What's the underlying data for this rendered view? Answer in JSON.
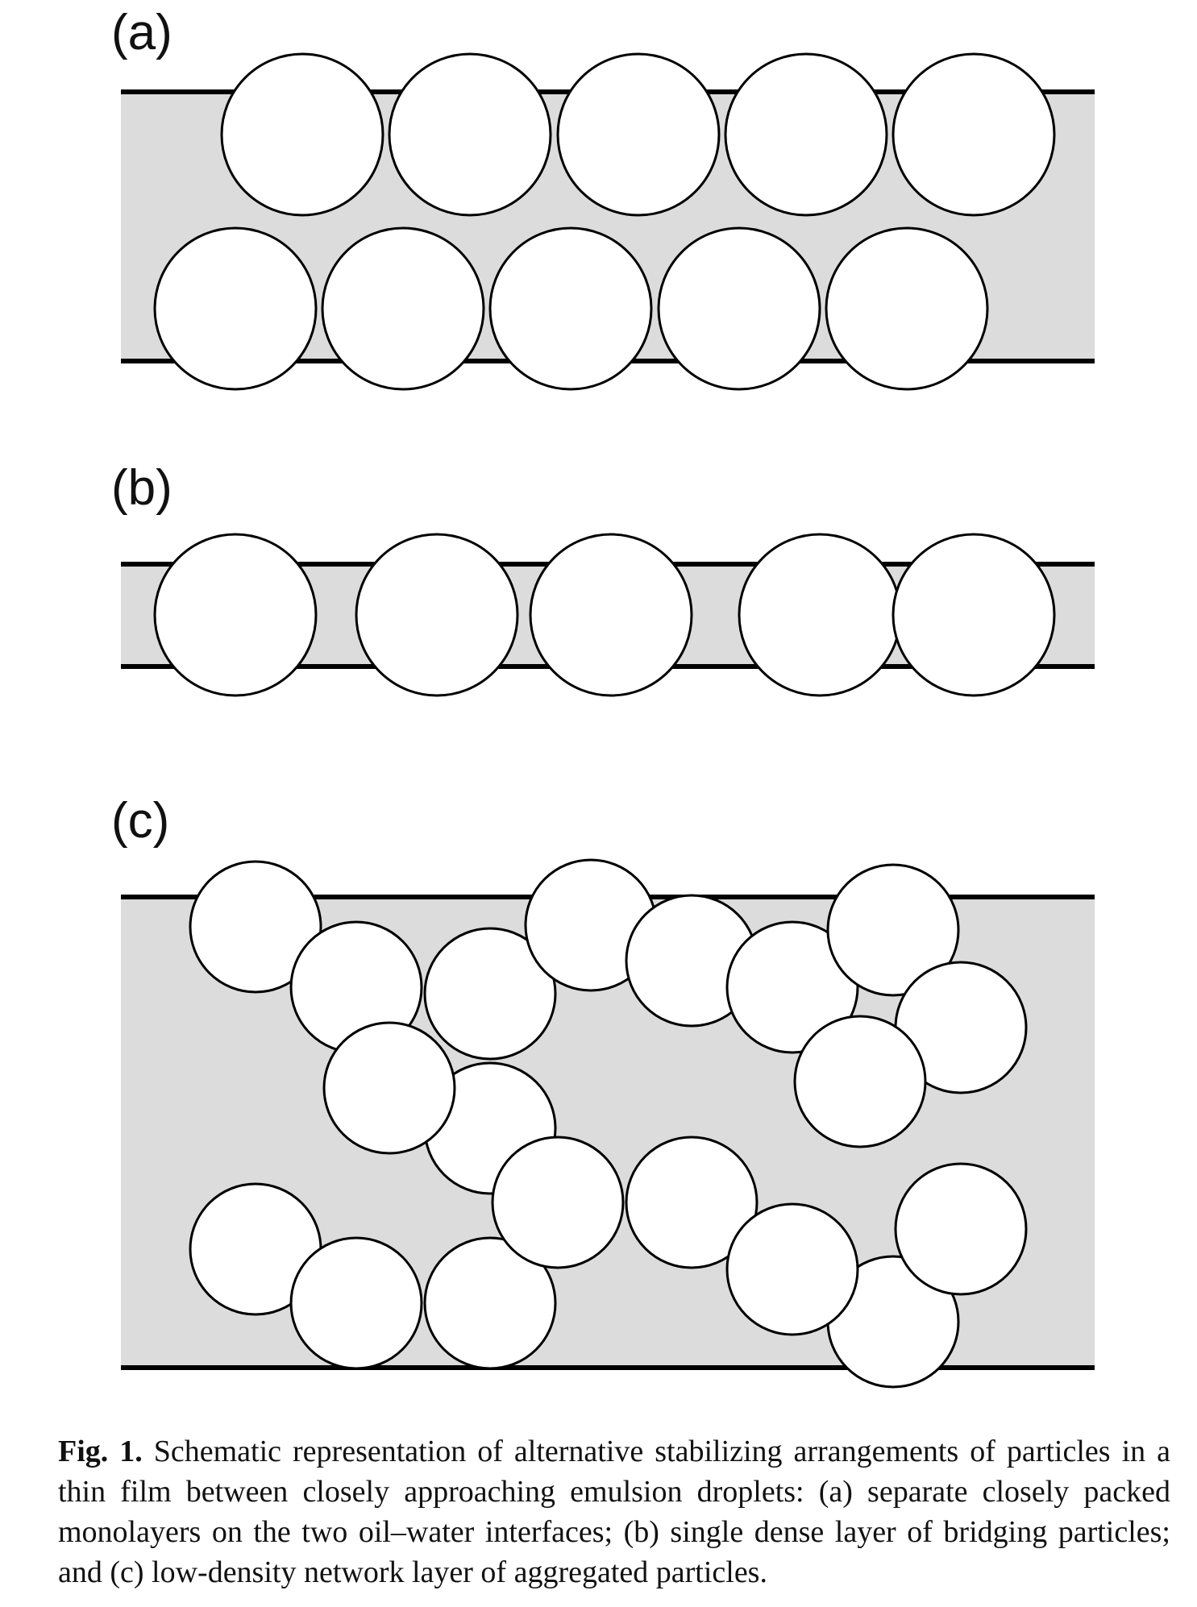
{
  "panels": {
    "a": {
      "label": "(a)"
    },
    "b": {
      "label": "(b)"
    },
    "c": {
      "label": "(c)"
    }
  },
  "caption": {
    "lead": "Fig. 1.",
    "text": " Schematic representation of alternative stabilizing arrangements of particles in a thin film between closely approaching emulsion droplets: (a) separate closely packed monolayers on the two oil–water interfaces; (b) single dense layer of bridging particles; and (c) low-density network layer of aggregated particles."
  },
  "colors": {
    "film": "#dcdcdc",
    "interface": "#000000",
    "particle_fill": "#ffffff"
  }
}
